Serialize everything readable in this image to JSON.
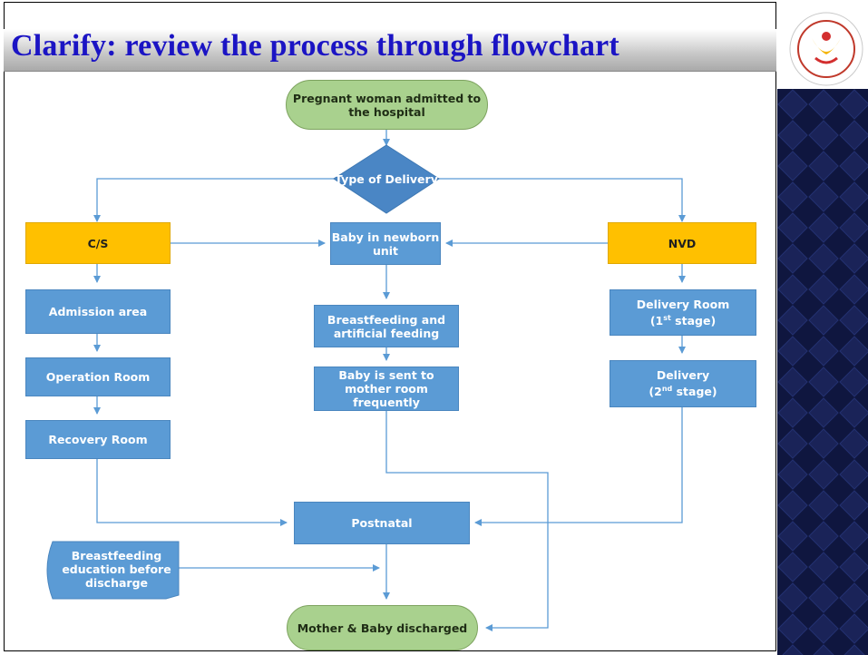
{
  "slide": {
    "title": "Clarify: review the process through flowchart",
    "logo_icon": "hospital-logo-icon",
    "side_pattern_icon": "diamond-pattern-panel",
    "colors": {
      "title": "#1b14c4",
      "process": "#5b9bd5",
      "decision": "#4a86c5",
      "branch": "#ffc000",
      "terminal": "#a9d18e",
      "panel": "#0f163f"
    }
  },
  "flowchart": {
    "start": "Pregnant woman admitted to the hospital",
    "decision": "Type of Delivery",
    "cs": {
      "label": "C/S",
      "steps": [
        "Admission area",
        "Operation Room",
        "Recovery Room"
      ]
    },
    "newborn": {
      "label": "Baby in newborn unit",
      "steps": [
        "Breastfeeding and artificial feeding",
        "Baby is sent to mother room frequently"
      ]
    },
    "nvd": {
      "label": "NVD",
      "delivery_room": {
        "text": "Delivery Room",
        "stage_pre": "(1",
        "stage_sup": "st",
        "stage_post": " stage)"
      },
      "delivery": {
        "text": "Delivery",
        "stage_pre": "(2",
        "stage_sup": "nd",
        "stage_post": " stage)"
      }
    },
    "postnatal": "Postnatal",
    "education": "Breastfeeding education before discharge",
    "end": "Mother & Baby discharged"
  }
}
